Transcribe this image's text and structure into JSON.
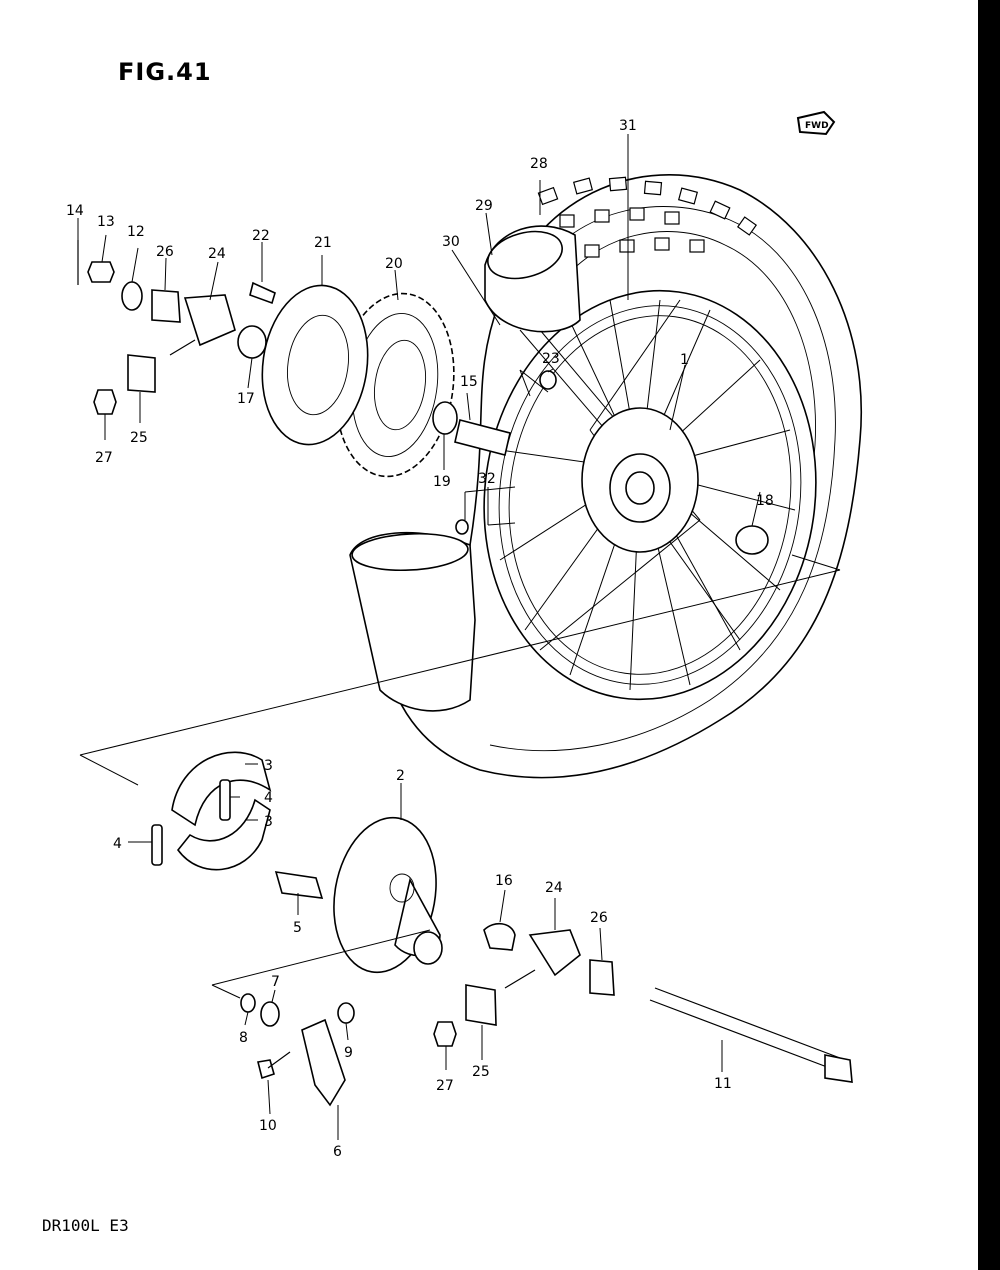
{
  "figure": {
    "title": "FIG.41",
    "footer": "DR100L E3",
    "fwd_text": "FWD"
  },
  "callouts": [
    {
      "id": "1",
      "text": "1"
    },
    {
      "id": "2",
      "text": "2"
    },
    {
      "id": "3a",
      "text": "3"
    },
    {
      "id": "3b",
      "text": "3"
    },
    {
      "id": "4a",
      "text": "4"
    },
    {
      "id": "4b",
      "text": "4"
    },
    {
      "id": "5",
      "text": "5"
    },
    {
      "id": "6",
      "text": "6"
    },
    {
      "id": "7",
      "text": "7"
    },
    {
      "id": "8",
      "text": "8"
    },
    {
      "id": "9",
      "text": "9"
    },
    {
      "id": "10",
      "text": "10"
    },
    {
      "id": "11",
      "text": "11"
    },
    {
      "id": "12",
      "text": "12"
    },
    {
      "id": "13",
      "text": "13"
    },
    {
      "id": "14",
      "text": "14"
    },
    {
      "id": "15",
      "text": "15"
    },
    {
      "id": "16",
      "text": "16"
    },
    {
      "id": "17",
      "text": "17"
    },
    {
      "id": "18",
      "text": "18"
    },
    {
      "id": "19",
      "text": "19"
    },
    {
      "id": "20",
      "text": "20"
    },
    {
      "id": "21",
      "text": "21"
    },
    {
      "id": "22",
      "text": "22"
    },
    {
      "id": "23",
      "text": "23"
    },
    {
      "id": "24a",
      "text": "24"
    },
    {
      "id": "24b",
      "text": "24"
    },
    {
      "id": "25a",
      "text": "25"
    },
    {
      "id": "25b",
      "text": "25"
    },
    {
      "id": "26a",
      "text": "26"
    },
    {
      "id": "26b",
      "text": "26"
    },
    {
      "id": "27a",
      "text": "27"
    },
    {
      "id": "27b",
      "text": "27"
    },
    {
      "id": "28",
      "text": "28"
    },
    {
      "id": "29",
      "text": "29"
    },
    {
      "id": "30",
      "text": "30"
    },
    {
      "id": "31",
      "text": "31"
    },
    {
      "id": "32",
      "text": "32"
    }
  ]
}
